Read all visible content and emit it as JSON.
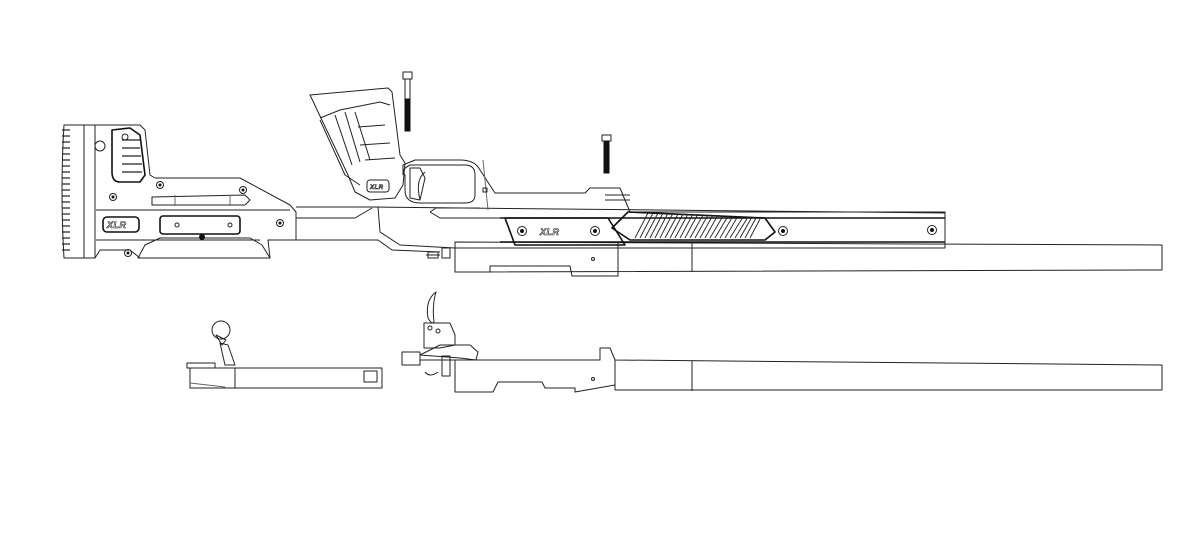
{
  "diagram": {
    "type": "exploded-assembly-line-drawing",
    "background": "#ffffff",
    "line_color": "#222222",
    "brand_logo_text": "XLR",
    "assemblies": [
      {
        "id": "chassis",
        "label": "Rifle chassis assembly (upper row)",
        "components": [
          "buttstock with cheek riser",
          "pistol grip",
          "trigger guard",
          "forend with diagonal grip texture",
          "barrel"
        ]
      },
      {
        "id": "bolt",
        "label": "Bolt (lower row, left)",
        "components": [
          "bolt knob",
          "bolt handle",
          "bolt body"
        ]
      },
      {
        "id": "action",
        "label": "Action with trigger and barrel (lower row, right)",
        "components": [
          "trigger",
          "trigger housing",
          "receiver",
          "barrel"
        ]
      },
      {
        "id": "screws",
        "label": "Mounting screws",
        "count": 2
      }
    ]
  }
}
